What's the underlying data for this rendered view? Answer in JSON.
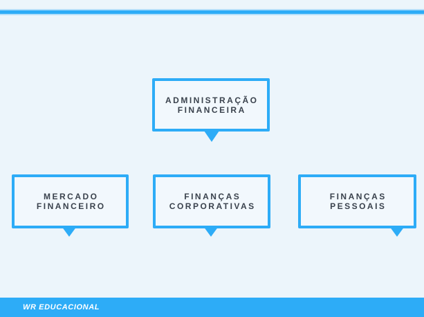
{
  "colors": {
    "accent": "#2dacf7",
    "background": "#ecf5fb",
    "box_fill": "#f2f8fd",
    "text": "#3a424d",
    "footer_text": "#ffffff"
  },
  "diagram": {
    "root": {
      "line1": "ADMINISTRAÇÃO",
      "line2": "FINANCEIRA"
    },
    "children": [
      {
        "line1": "MERCADO",
        "line2": "FINANCEIRO"
      },
      {
        "line1": "FINANÇAS",
        "line2": "CORPORATIVAS"
      },
      {
        "line1": "FINANÇAS",
        "line2": "PESSOAIS"
      }
    ]
  },
  "footer": {
    "brand": "WR EDUCACIONAL"
  }
}
